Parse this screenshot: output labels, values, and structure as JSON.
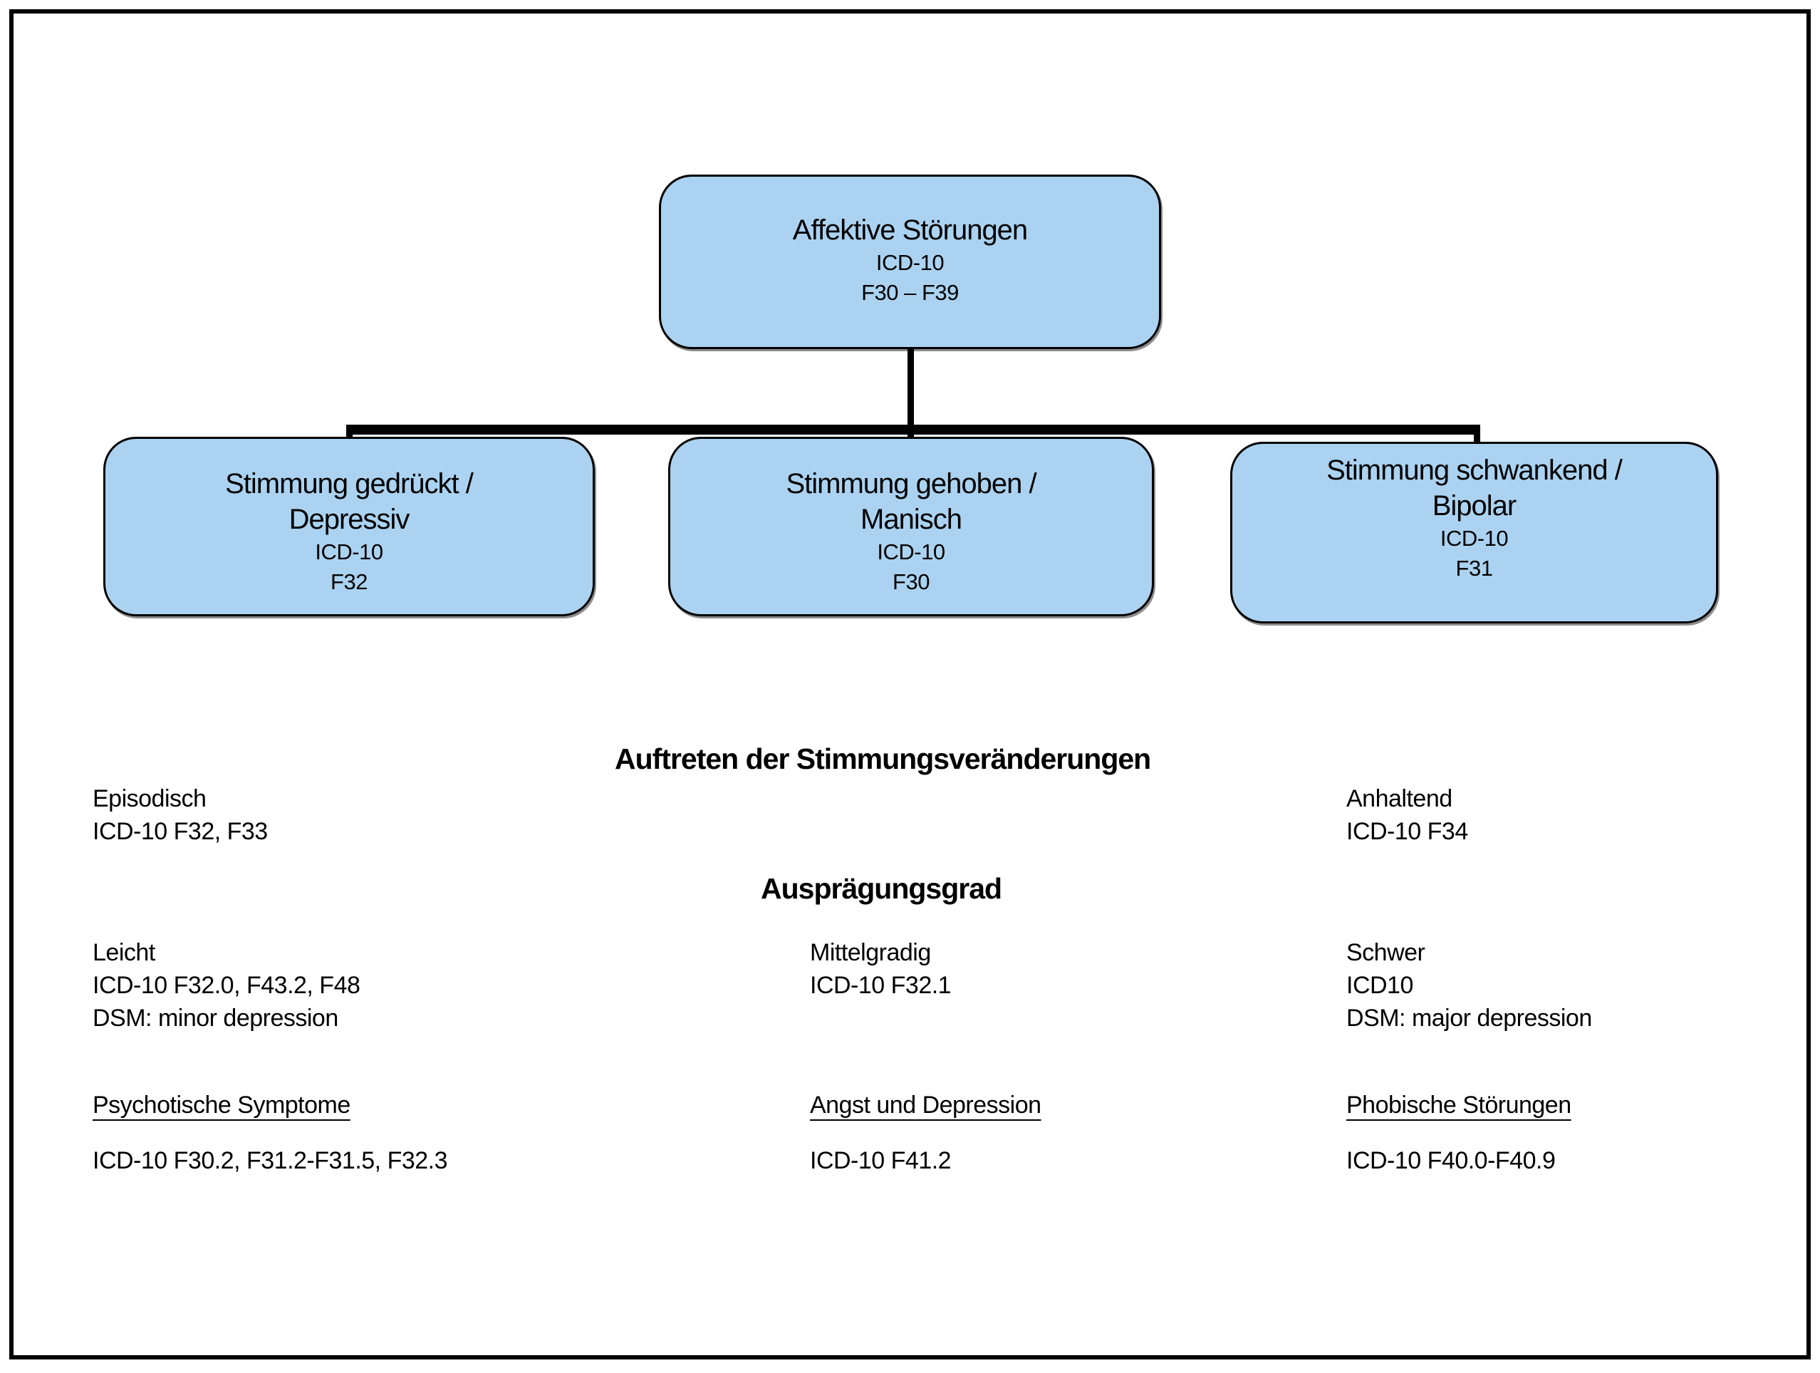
{
  "colors": {
    "box_fill": "#ABD3F1",
    "box_border": "#000000",
    "connector": "#000000",
    "frame_border": "#000000",
    "background": "#ffffff"
  },
  "root_box": {
    "title": "Affektive Störungen",
    "code_system": "ICD-10",
    "codes": "F30 – F39"
  },
  "child_boxes": [
    {
      "title_line1": "Stimmung gedrückt /",
      "title_line2": "Depressiv",
      "code_system": "ICD-10",
      "codes": "F32"
    },
    {
      "title_line1": "Stimmung gehoben /",
      "title_line2": "Manisch",
      "code_system": "ICD-10",
      "codes": "F30"
    },
    {
      "title_line1": "Stimmung schwankend /",
      "title_line2": "Bipolar",
      "code_system": "ICD-10",
      "codes": "F31"
    }
  ],
  "occurrence_section": {
    "heading": "Auftreten der Stimmungsveränderungen",
    "items": [
      {
        "label": "Episodisch",
        "codes": "ICD-10 F32, F33"
      },
      {
        "label": "Anhaltend",
        "codes": "ICD-10 F34"
      }
    ]
  },
  "severity_section": {
    "heading": "Ausprägungsgrad",
    "items": [
      {
        "label": "Leicht",
        "codes": "ICD-10 F32.0, F43.2, F48",
        "dsm": "DSM: minor depression"
      },
      {
        "label": "Mittelgradig",
        "codes": "ICD-10 F32.1",
        "dsm": ""
      },
      {
        "label": "Schwer",
        "codes": "ICD10",
        "dsm": "DSM: major depression"
      }
    ]
  },
  "special_section": {
    "items": [
      {
        "label": "Psychotische Symptome",
        "codes": "ICD-10 F30.2, F31.2-F31.5, F32.3"
      },
      {
        "label": "Angst und Depression",
        "codes": "ICD-10 F41.2"
      },
      {
        "label": "Phobische Störungen",
        "codes": "ICD-10 F40.0-F40.9"
      }
    ]
  }
}
